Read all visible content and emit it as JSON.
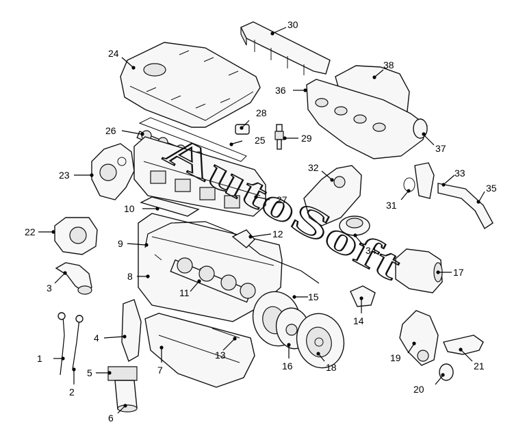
{
  "watermark": "AutoSoft",
  "parts": [
    {
      "id": "1",
      "label": "1"
    },
    {
      "id": "2",
      "label": "2"
    },
    {
      "id": "3",
      "label": "3"
    },
    {
      "id": "4",
      "label": "4"
    },
    {
      "id": "5",
      "label": "5"
    },
    {
      "id": "6",
      "label": "6"
    },
    {
      "id": "7",
      "label": "7"
    },
    {
      "id": "8",
      "label": "8"
    },
    {
      "id": "9",
      "label": "9"
    },
    {
      "id": "10",
      "label": "10"
    },
    {
      "id": "11",
      "label": "11"
    },
    {
      "id": "12",
      "label": "12"
    },
    {
      "id": "13",
      "label": "13"
    },
    {
      "id": "14",
      "label": "14"
    },
    {
      "id": "15",
      "label": "15"
    },
    {
      "id": "16",
      "label": "16"
    },
    {
      "id": "17",
      "label": "17"
    },
    {
      "id": "18",
      "label": "18"
    },
    {
      "id": "19",
      "label": "19"
    },
    {
      "id": "20",
      "label": "20"
    },
    {
      "id": "21",
      "label": "21"
    },
    {
      "id": "22",
      "label": "22"
    },
    {
      "id": "23",
      "label": "23"
    },
    {
      "id": "24",
      "label": "24"
    },
    {
      "id": "25",
      "label": "25"
    },
    {
      "id": "26",
      "label": "26"
    },
    {
      "id": "27",
      "label": "27"
    },
    {
      "id": "28",
      "label": "28"
    },
    {
      "id": "29",
      "label": "29"
    },
    {
      "id": "30",
      "label": "30"
    },
    {
      "id": "31",
      "label": "31"
    },
    {
      "id": "32",
      "label": "32"
    },
    {
      "id": "33",
      "label": "33"
    },
    {
      "id": "34",
      "label": "34"
    },
    {
      "id": "35",
      "label": "35"
    },
    {
      "id": "36",
      "label": "36"
    },
    {
      "id": "37",
      "label": "37"
    },
    {
      "id": "38",
      "label": "38"
    }
  ]
}
